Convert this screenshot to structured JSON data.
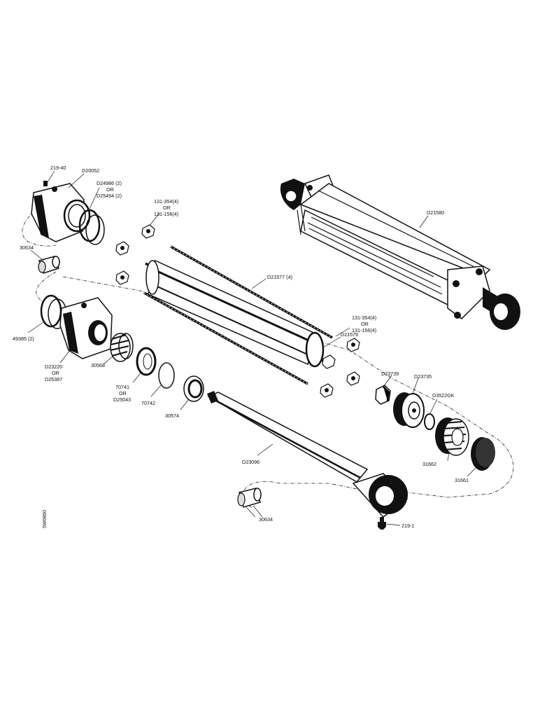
{
  "labels": {
    "l_219_40": "219-40",
    "l_d20052": "D20052",
    "l_d24986": "D24986 (2)",
    "l_or_1": "OR",
    "l_d25494": "D25494 (2)",
    "l_131_354_a": "131-354(4)",
    "l_or_2": "OR",
    "l_131_156_a": "131-156(4)",
    "l_d21580": "D21580",
    "l_30634_a": "30634",
    "l_d21577": "D21577 (4)",
    "l_131_354_b": "131-354(4)",
    "l_or_3": "OR",
    "l_131_156_b": "131-156(4)",
    "l_d21576": "D21576",
    "l_49385": "49385 (2)",
    "l_d23220": "D23220",
    "l_or_4": "OR",
    "l_d25387": "D25387",
    "l_30568": "30568",
    "l_70741": "70741",
    "l_or_5": "OR",
    "l_d25043": "D25043",
    "l_70742": "70742",
    "l_30574": "30574",
    "l_d23739": "D23739",
    "l_d23735": "D23735",
    "l_d3522gk": "D3522GK",
    "l_31662": "31662",
    "l_31661": "31661",
    "l_d23096": "D23096",
    "l_30634_b": "30634",
    "l_219_1": "219-1",
    "l_side": "5W0860"
  },
  "colors": {
    "ink": "#111111",
    "paper": "#ffffff"
  }
}
